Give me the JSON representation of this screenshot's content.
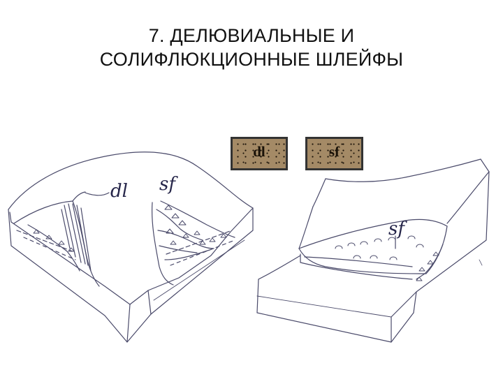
{
  "title": {
    "line1": "7. ДЕЛЮВИАЛЬНЫЕ И",
    "line2": "СОЛИФЛЮКЦИОННЫЕ ШЛЕЙФЫ"
  },
  "legend": [
    {
      "code": "dl",
      "fill_color": "#a48a66"
    },
    {
      "code": "sf",
      "fill_color": "#a48a66"
    }
  ],
  "left_block": {
    "label_dl": "dl",
    "label_sf": "sf"
  },
  "right_block": {
    "label_sf": "sf"
  },
  "colors": {
    "ink": "#3a3a5c",
    "pencil": "#5a5a78"
  }
}
